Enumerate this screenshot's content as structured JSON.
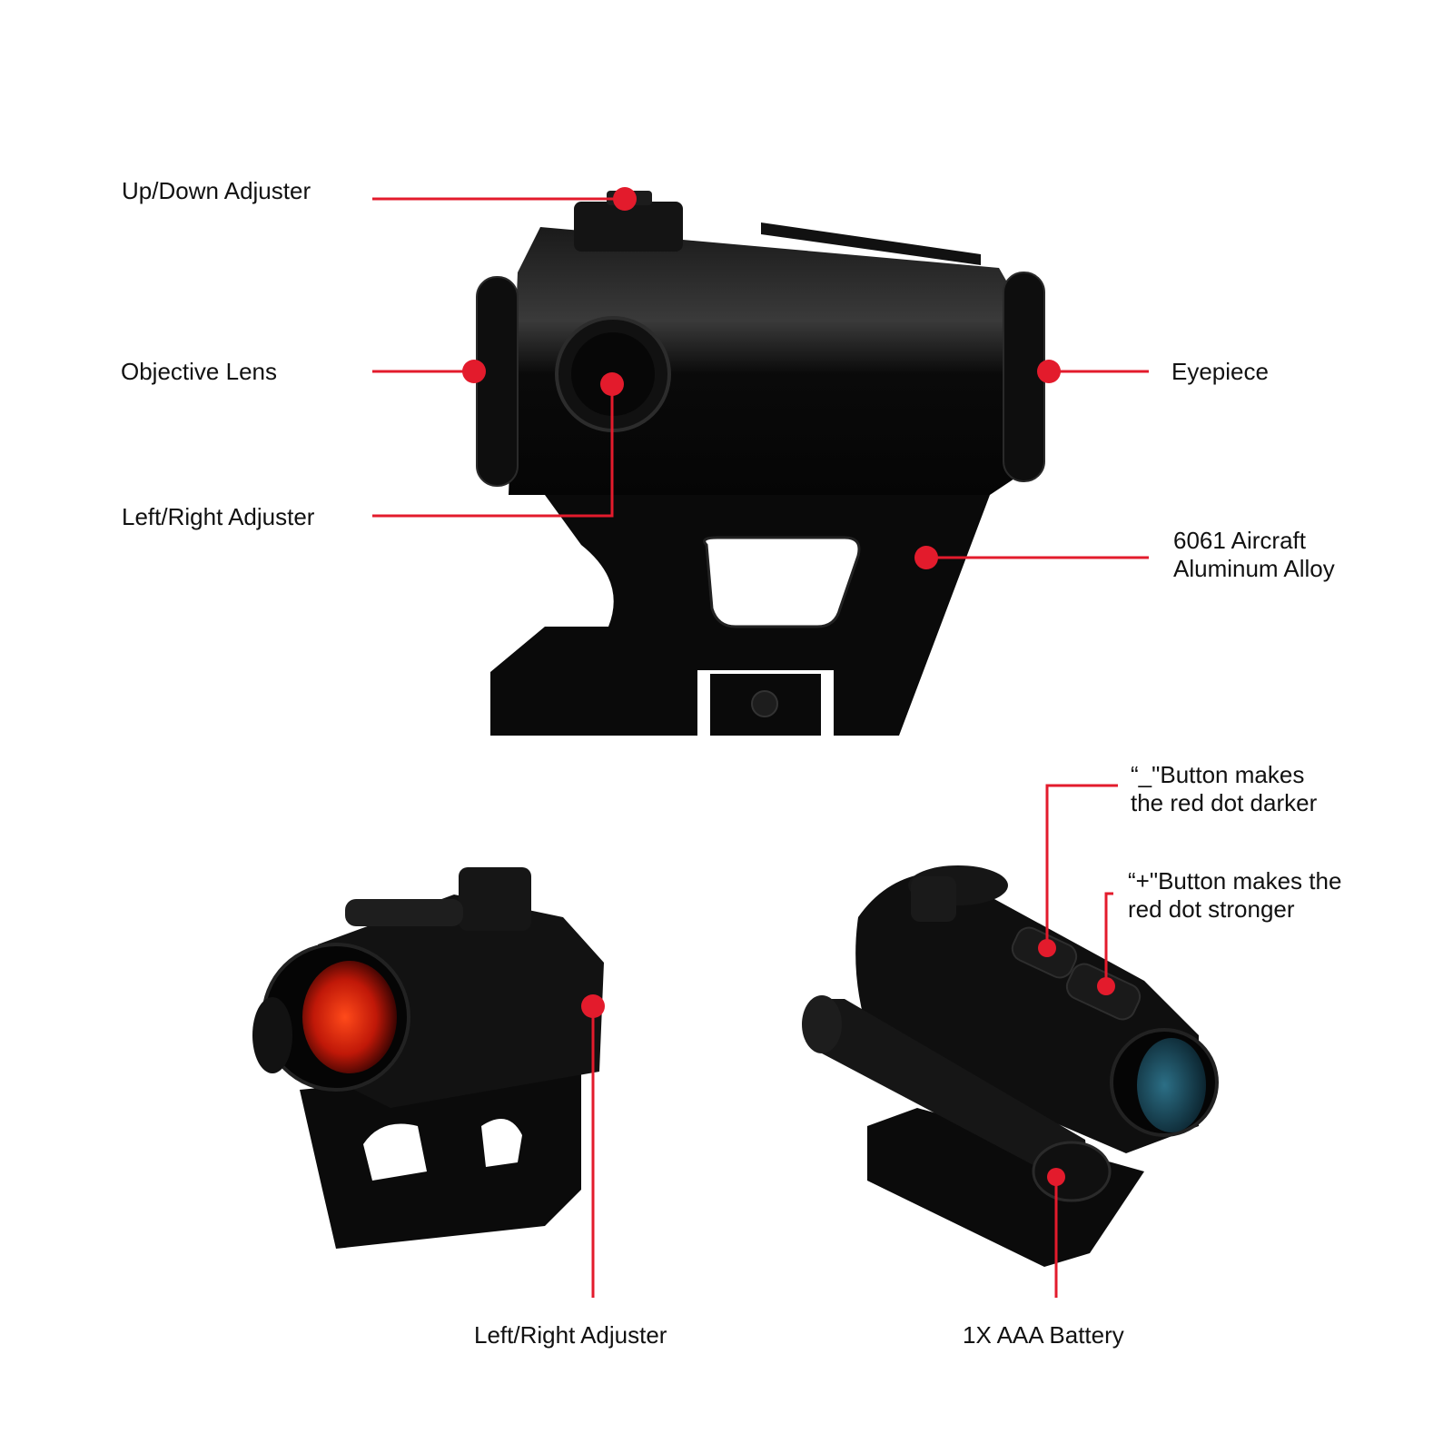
{
  "colors": {
    "callout": "#e31b2c",
    "body": "#0b0b0b",
    "body_highlight": "#2a2a2a",
    "lens_red": "#c81a0c",
    "lens_blue": "#1e4a5c",
    "text": "#111111",
    "background": "#ffffff"
  },
  "main_view": {
    "labels": {
      "up_down": "Up/Down Adjuster",
      "objective": "Objective Lens",
      "left_right": "Left/Right Adjuster",
      "eyepiece": "Eyepiece",
      "alloy_line1": "6061 Aircraft",
      "alloy_line2": "Aluminum Alloy"
    }
  },
  "front_view": {
    "labels": {
      "left_right": "Left/Right Adjuster"
    }
  },
  "rear_view": {
    "labels": {
      "minus_line1": "“_\"Button makes",
      "minus_line2": "the red dot darker",
      "plus_line1": "“+\"Button makes the",
      "plus_line2": "red dot stronger",
      "battery": "1X  AAA Battery"
    }
  }
}
